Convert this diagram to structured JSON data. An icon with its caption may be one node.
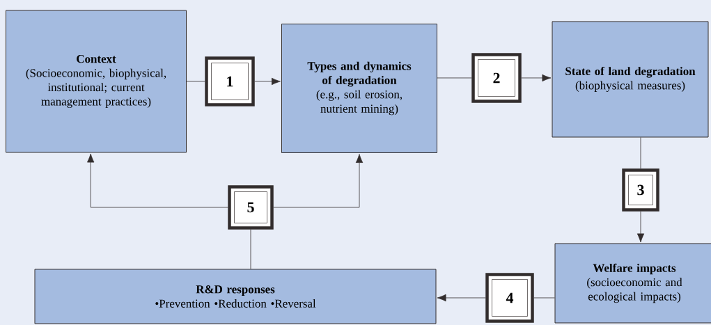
{
  "diagram": {
    "nodes": [
      {
        "text": [
          "Context",
          "(Socioeconomic, biophysical, institutional; current management practices)"
        ]
      },
      {
        "text": [
          "1"
        ]
      },
      {
        "text": [
          "Types and dynamics of degradation",
          "(e.g., soil erosion, nutrient mining)"
        ]
      },
      {
        "text": [
          "2"
        ]
      },
      {
        "text": [
          "State of land degradation",
          "(biophysical measures)"
        ]
      },
      {
        "text": [
          "3"
        ]
      },
      {
        "text": [
          "Welfare impacts",
          "(socioeconomic and ecological impacts)"
        ]
      },
      {
        "text": [
          "4"
        ]
      },
      {
        "text": [
          "R&D responses",
          "•Prevention •Reduction •Reversal"
        ]
      },
      {
        "text": [
          "5"
        ]
      }
    ],
    "edges": [
      {
        "from": 0,
        "to": 1,
        "arrow": "none"
      },
      {
        "from": 1,
        "to": 2,
        "arrow": "to"
      },
      {
        "from": 2,
        "to": 3,
        "arrow": "none"
      },
      {
        "from": 3,
        "to": 4,
        "arrow": "to"
      },
      {
        "from": 4,
        "to": 5,
        "arrow": "none"
      },
      {
        "from": 5,
        "to": 6,
        "arrow": "to"
      },
      {
        "from": 6,
        "to": 7,
        "arrow": "none"
      },
      {
        "from": 7,
        "to": 8,
        "arrow": "to"
      },
      {
        "from": 8,
        "to": 9,
        "arrow": "none"
      },
      {
        "from": 9,
        "to": 0,
        "arrow": "to"
      },
      {
        "from": 9,
        "to": 2,
        "arrow": "to"
      }
    ]
  }
}
